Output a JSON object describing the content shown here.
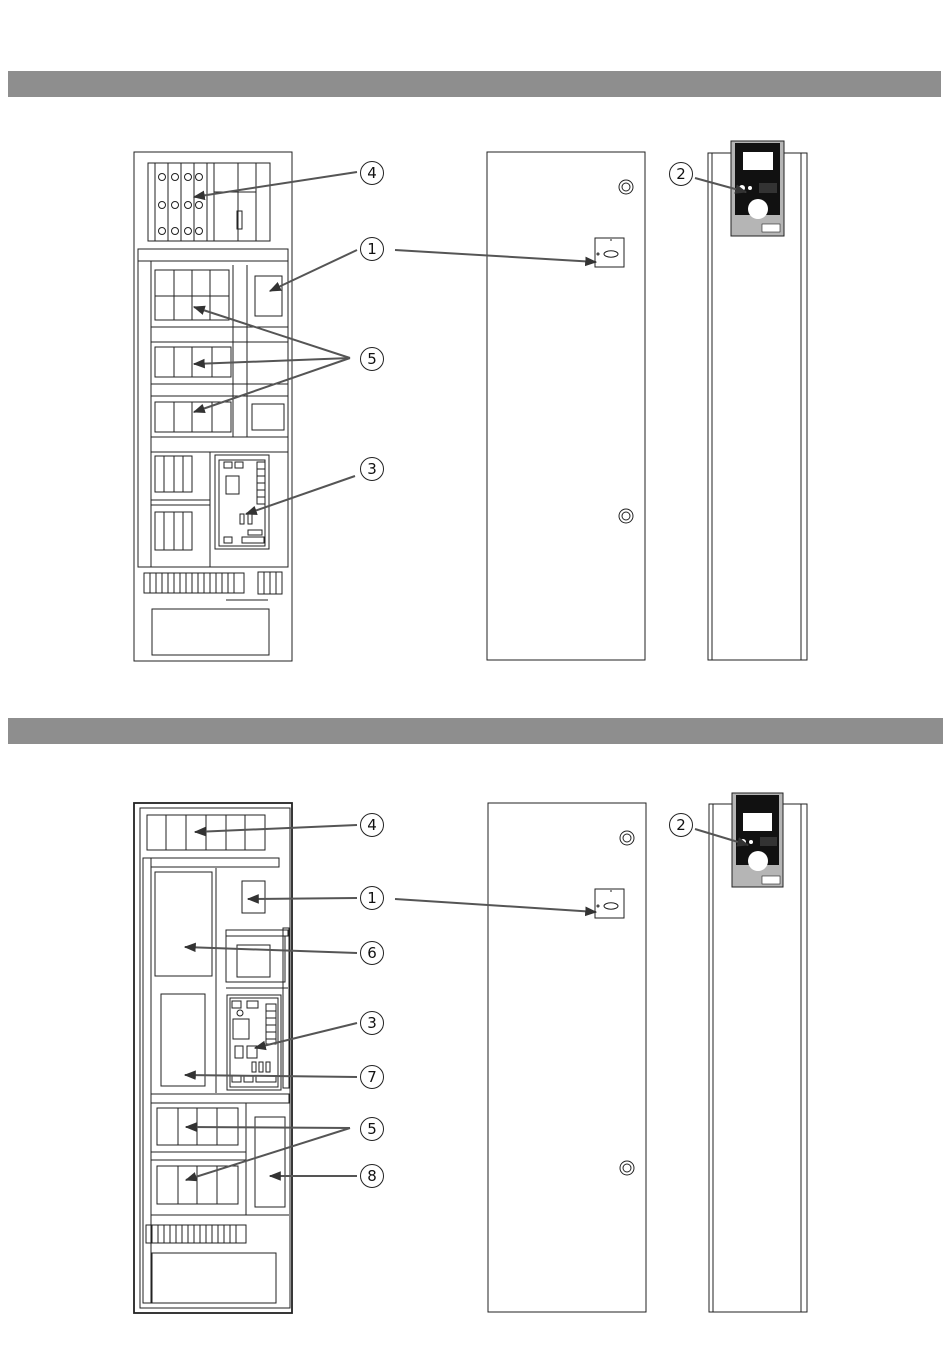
{
  "bands": [
    {
      "name": "section-band-top",
      "color": "#8e8e8e"
    },
    {
      "name": "section-band-bottom",
      "color": "#8e8e8e"
    }
  ],
  "diagram_top": {
    "callouts": [
      "4",
      "1",
      "5",
      "3",
      "2"
    ]
  },
  "diagram_bottom": {
    "callouts": [
      "4",
      "1",
      "6",
      "3",
      "7",
      "5",
      "8",
      "2"
    ]
  },
  "colors": {
    "line": "#222222",
    "arrow": "#555555",
    "panel_dark": "#111111",
    "panel_gray": "#b5b5b5"
  }
}
